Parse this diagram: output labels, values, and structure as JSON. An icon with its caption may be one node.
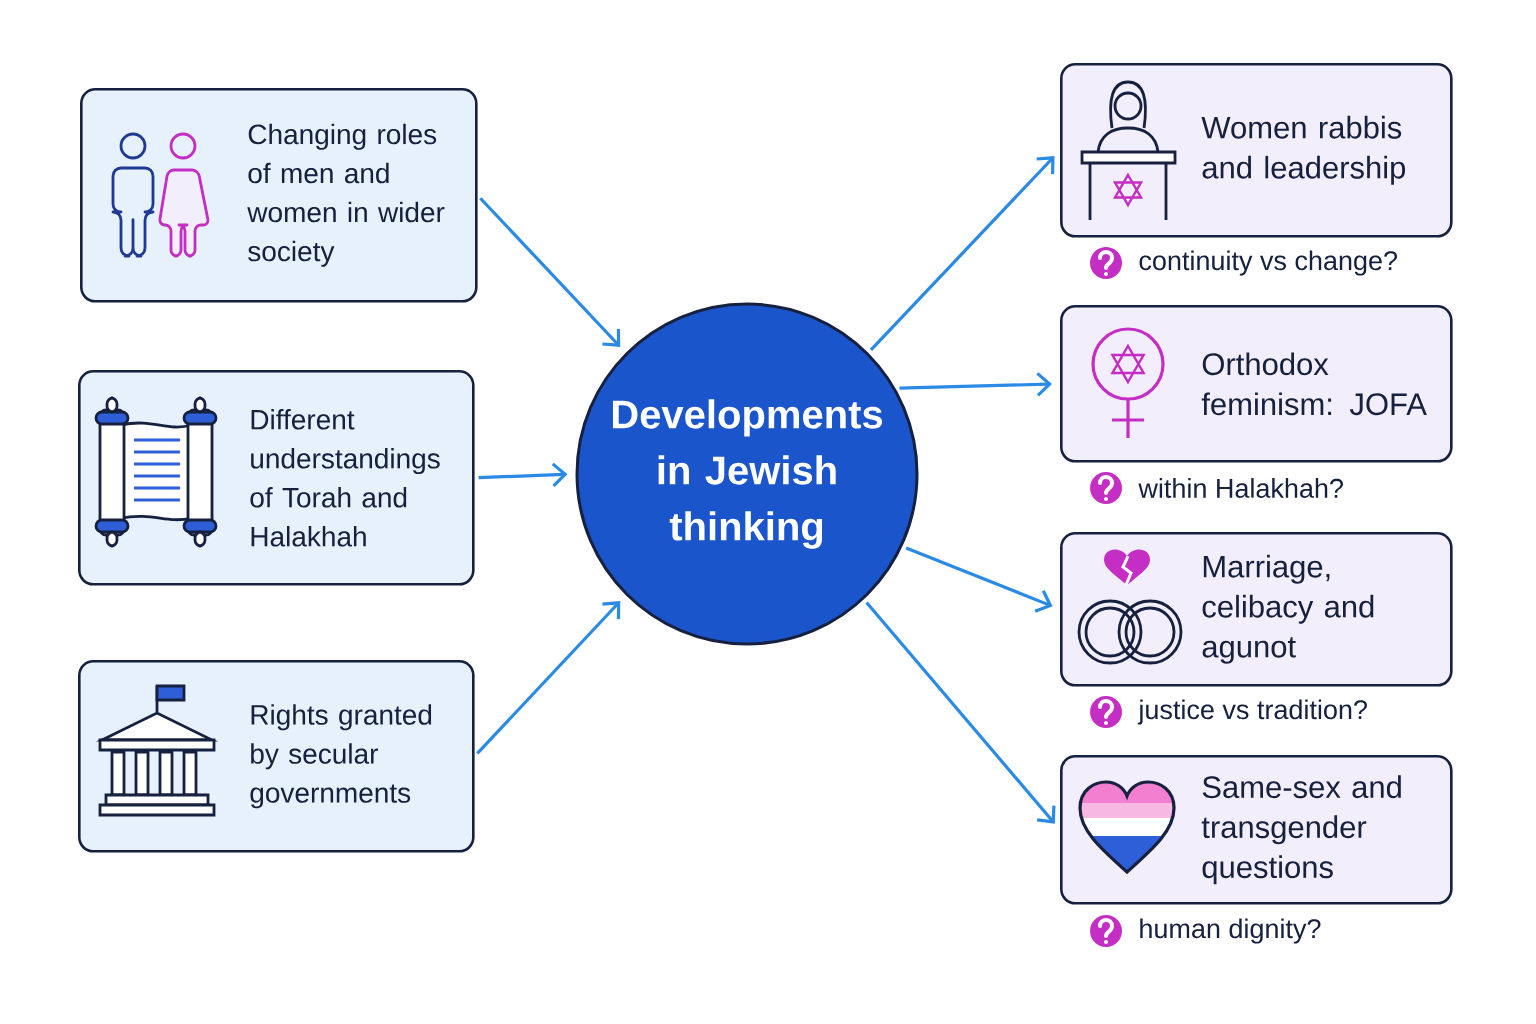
{
  "diagram": {
    "nodes": [
      {
        "text": [
          "Changing roles of men and women in wider society"
        ]
      },
      {
        "text": [
          "Different understandings of Torah and Halakhah"
        ]
      },
      {
        "text": [
          "Rights granted by secular governments"
        ]
      },
      {
        "text": [
          "Developments in Jewish thinking"
        ]
      },
      {
        "text": [
          "Women rabbis and leadership"
        ],
        "beside": [
          "continuity vs change?"
        ]
      },
      {
        "text": [
          "Orthodox feminism: JOFA"
        ],
        "beside": [
          "within Halakhah?"
        ]
      },
      {
        "text": [
          "Marriage, celibacy and agunot"
        ],
        "beside": [
          "justice vs tradition?"
        ]
      },
      {
        "text": [
          "Same-sex and transgender questions"
        ],
        "beside": [
          "human dignity?"
        ]
      }
    ],
    "edges": [
      {
        "from": 0,
        "to": 3,
        "arrow": "to"
      },
      {
        "from": 1,
        "to": 3,
        "arrow": "to"
      },
      {
        "from": 2,
        "to": 3,
        "arrow": "to"
      },
      {
        "from": 3,
        "to": 4,
        "arrow": "to"
      },
      {
        "from": 3,
        "to": 5,
        "arrow": "to"
      },
      {
        "from": 3,
        "to": 6,
        "arrow": "to"
      },
      {
        "from": 3,
        "to": 7,
        "arrow": "to"
      }
    ]
  }
}
